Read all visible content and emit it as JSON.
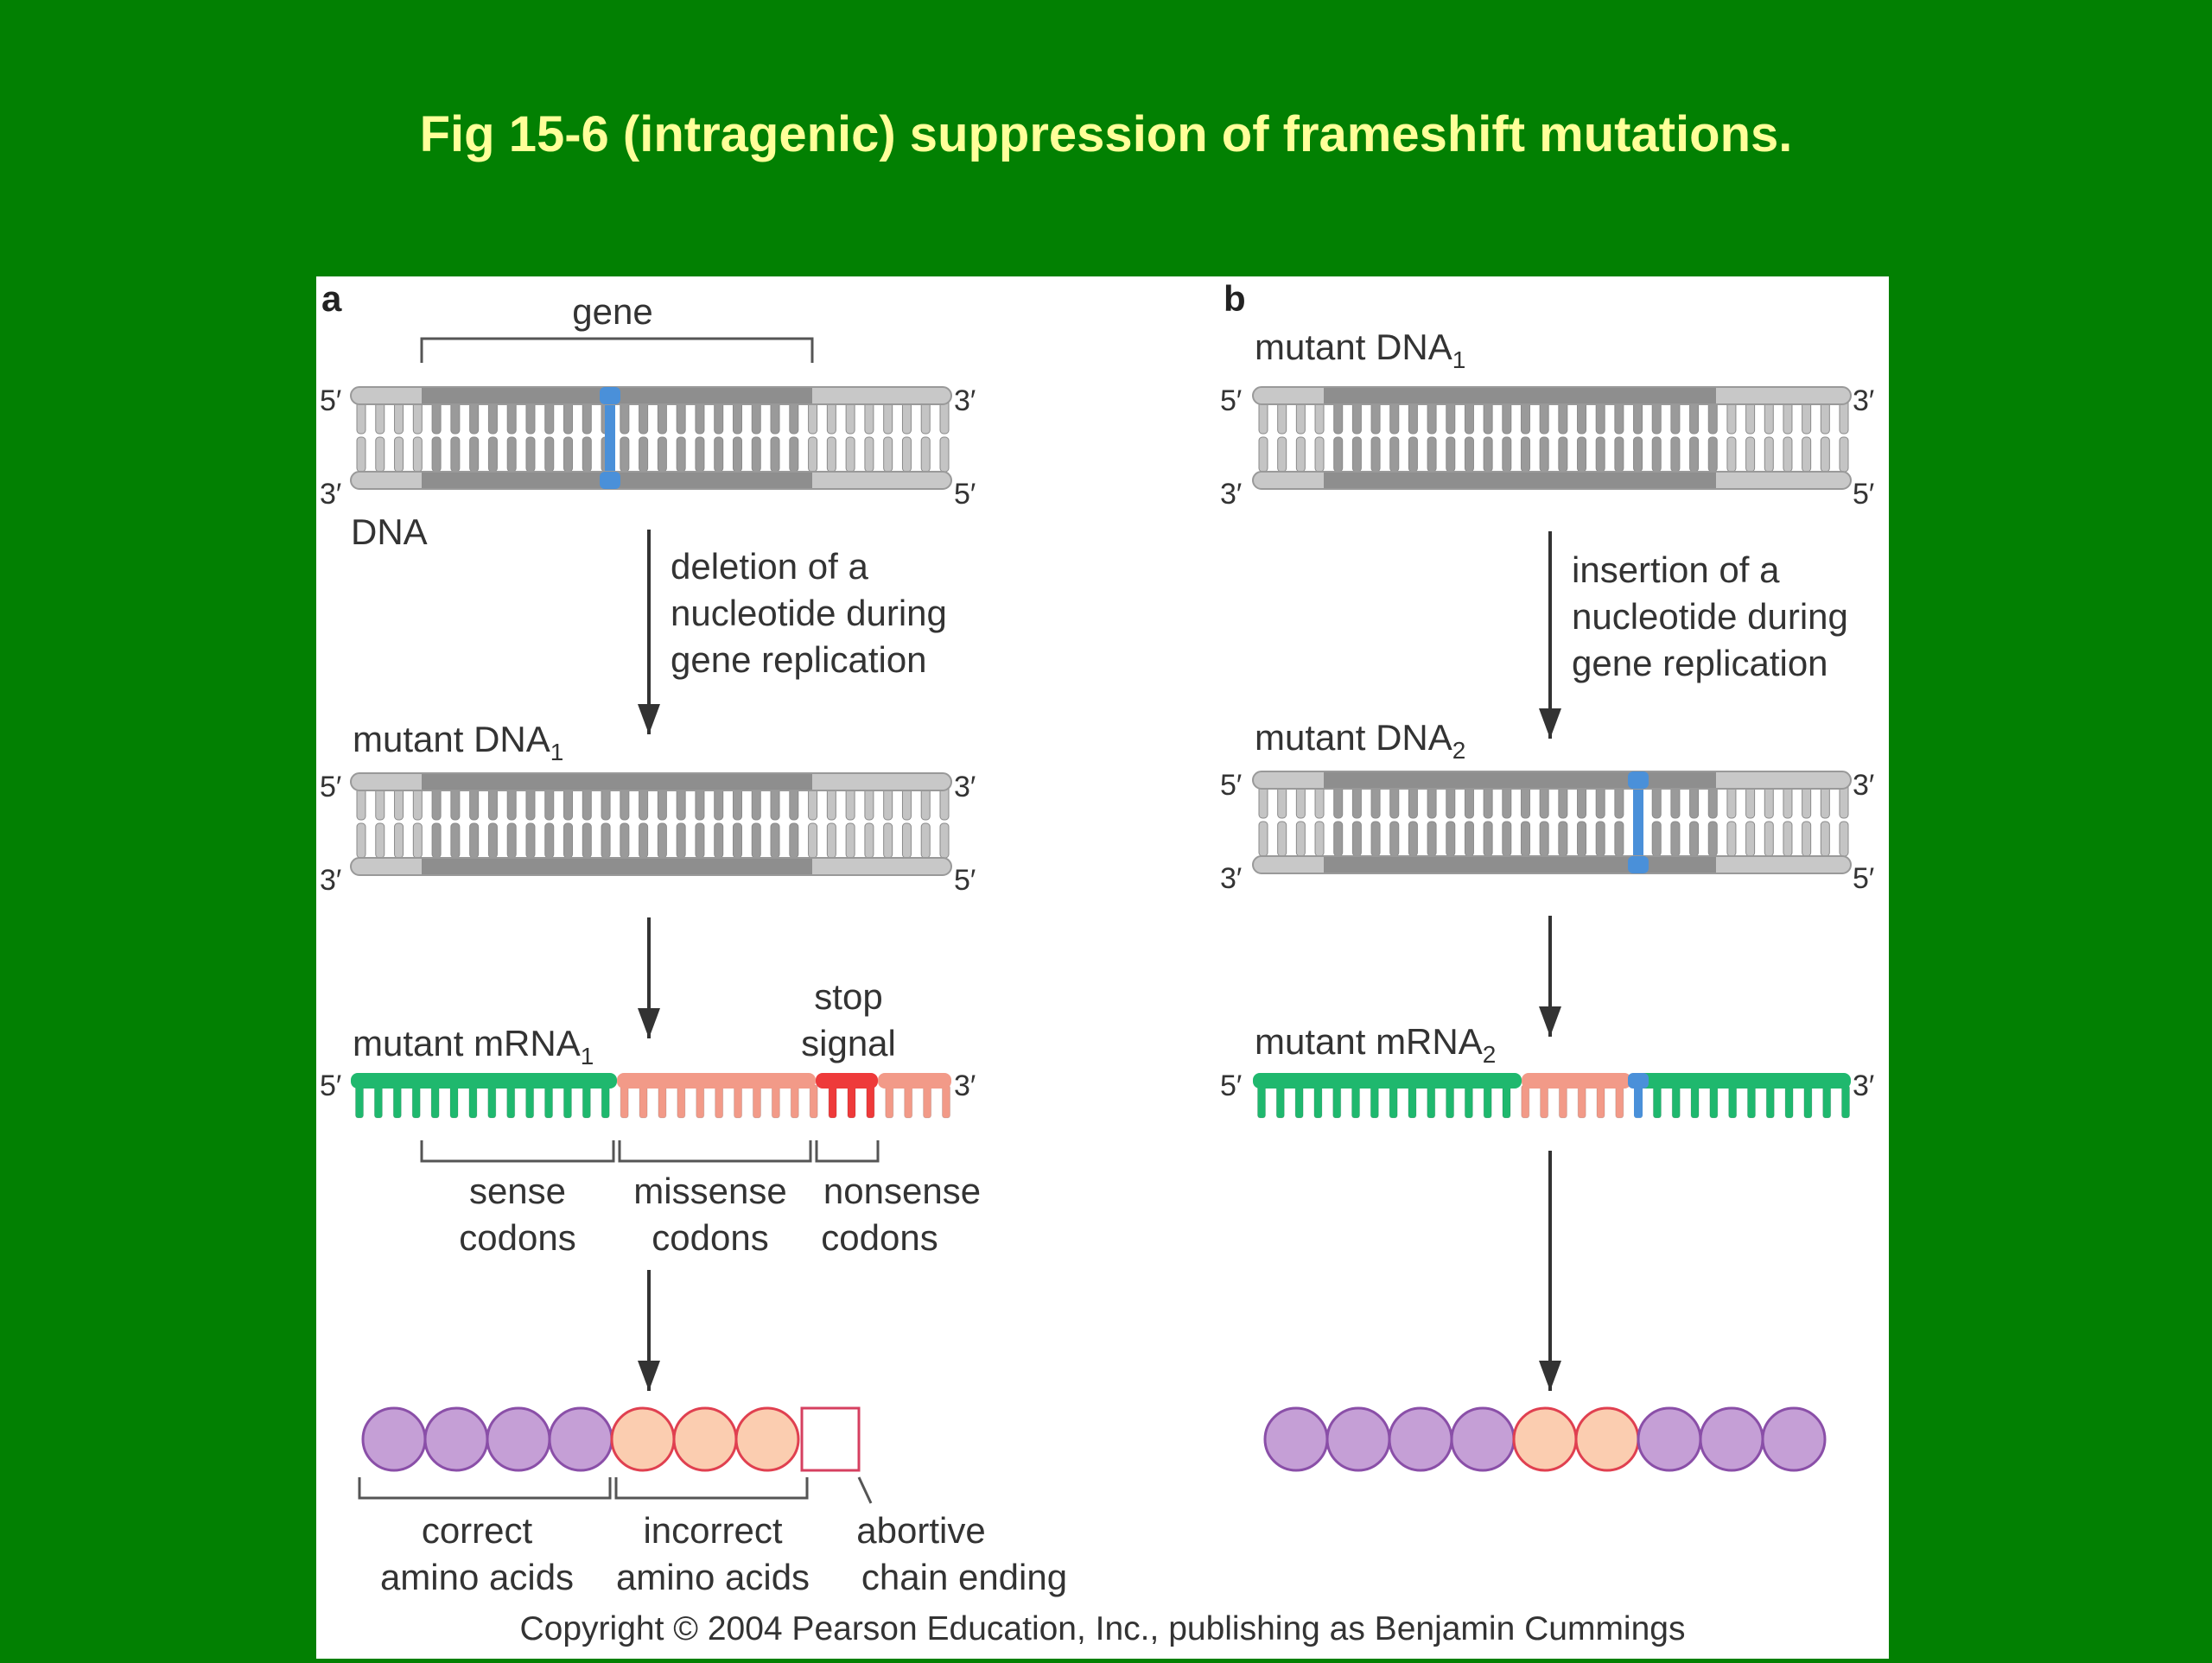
{
  "title": "Fig 15-6 (intragenic) suppression of frameshift mutations.",
  "copyright": "Copyright © 2004 Pearson Education, Inc., publishing as Benjamin Cummings",
  "ends": {
    "five": "5′",
    "three": "3′"
  },
  "panel_a": {
    "letter": "a",
    "gene_label": "gene",
    "dna_label": "DNA",
    "step1": [
      "deletion of a",
      "nucleotide during",
      "gene replication"
    ],
    "mutant_dna": {
      "base": "mutant DNA",
      "sub": "1"
    },
    "mutant_mrna": {
      "base": "mutant mRNA",
      "sub": "1"
    },
    "stop_signal": [
      "stop",
      "signal"
    ],
    "codon_labels": {
      "sense": [
        "sense",
        "codons"
      ],
      "missense": [
        "missense",
        "codons"
      ],
      "nonsense": [
        "nonsense",
        "codons"
      ]
    },
    "amino_labels": {
      "correct": [
        "correct",
        "amino acids"
      ],
      "incorrect": [
        "incorrect",
        "amino acids"
      ],
      "abortive": [
        "abortive",
        "chain ending"
      ]
    },
    "protein": [
      "correct",
      "correct",
      "correct",
      "correct",
      "incorrect",
      "incorrect",
      "incorrect",
      "stop"
    ]
  },
  "panel_b": {
    "letter": "b",
    "mutant_dna1": {
      "base": "mutant DNA",
      "sub": "1"
    },
    "step1": [
      "insertion of a",
      "nucleotide during",
      "gene replication"
    ],
    "mutant_dna2": {
      "base": "mutant DNA",
      "sub": "2"
    },
    "mutant_mrna2": {
      "base": "mutant mRNA",
      "sub": "2"
    },
    "protein": [
      "correct",
      "correct",
      "correct",
      "correct",
      "incorrect",
      "incorrect",
      "correct",
      "correct",
      "correct"
    ]
  },
  "colors": {
    "background": "#028002",
    "title": "#ffff99",
    "dna_gene": "#8e8e8e",
    "dna_flank": "#c8c8c8",
    "mutation": "#4a90d9",
    "mrna_sense": "#1fb86e",
    "mrna_missense": "#f29a88",
    "mrna_nonsense": "#ee3a3a",
    "aa_correct": "#c59fd6",
    "aa_incorrect": "#fbcdb0"
  }
}
